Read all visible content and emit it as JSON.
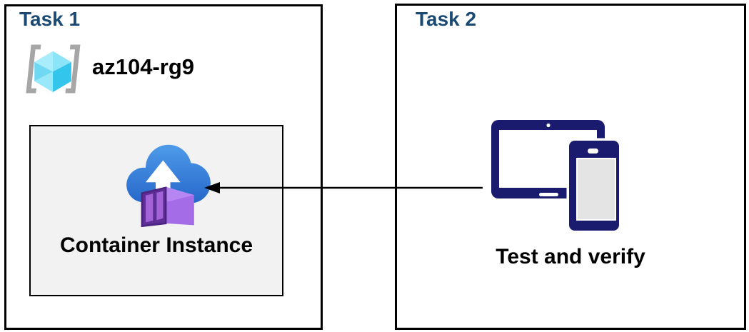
{
  "diagram": {
    "task1": {
      "title": "Task 1",
      "resource_group_name": "az104-rg9",
      "container_box_label": "Container Instance"
    },
    "task2": {
      "title": "Task 2",
      "caption": "Test and verify"
    },
    "arrow": {
      "direction": "from devices to container instance",
      "color": "#000000"
    },
    "icons": {
      "resource_group": "resource-group-icon",
      "container_instance": "container-instance-cloud-upload-icon",
      "devices": "tablet-and-phone-icon"
    },
    "colors": {
      "task_title_blue": "#1A4A73",
      "box_border": "#000000",
      "inner_box_fill": "#F2F2F2",
      "device_navy": "#1A1A6E",
      "cloud_blue_top": "#4E9BEA",
      "cloud_blue_bottom": "#2565C8",
      "container_purple_dark": "#5E2D96",
      "container_purple_panel": "#A263D8",
      "container_purple_top": "#B687F2",
      "container_purple_side": "#A46CE6",
      "cube_cyan_light": "#A9EDFB",
      "cube_cyan_dark": "#33C5EC",
      "bracket_gray": "#A6A6A6",
      "phone_screen_gray": "#E4E4E4"
    }
  }
}
